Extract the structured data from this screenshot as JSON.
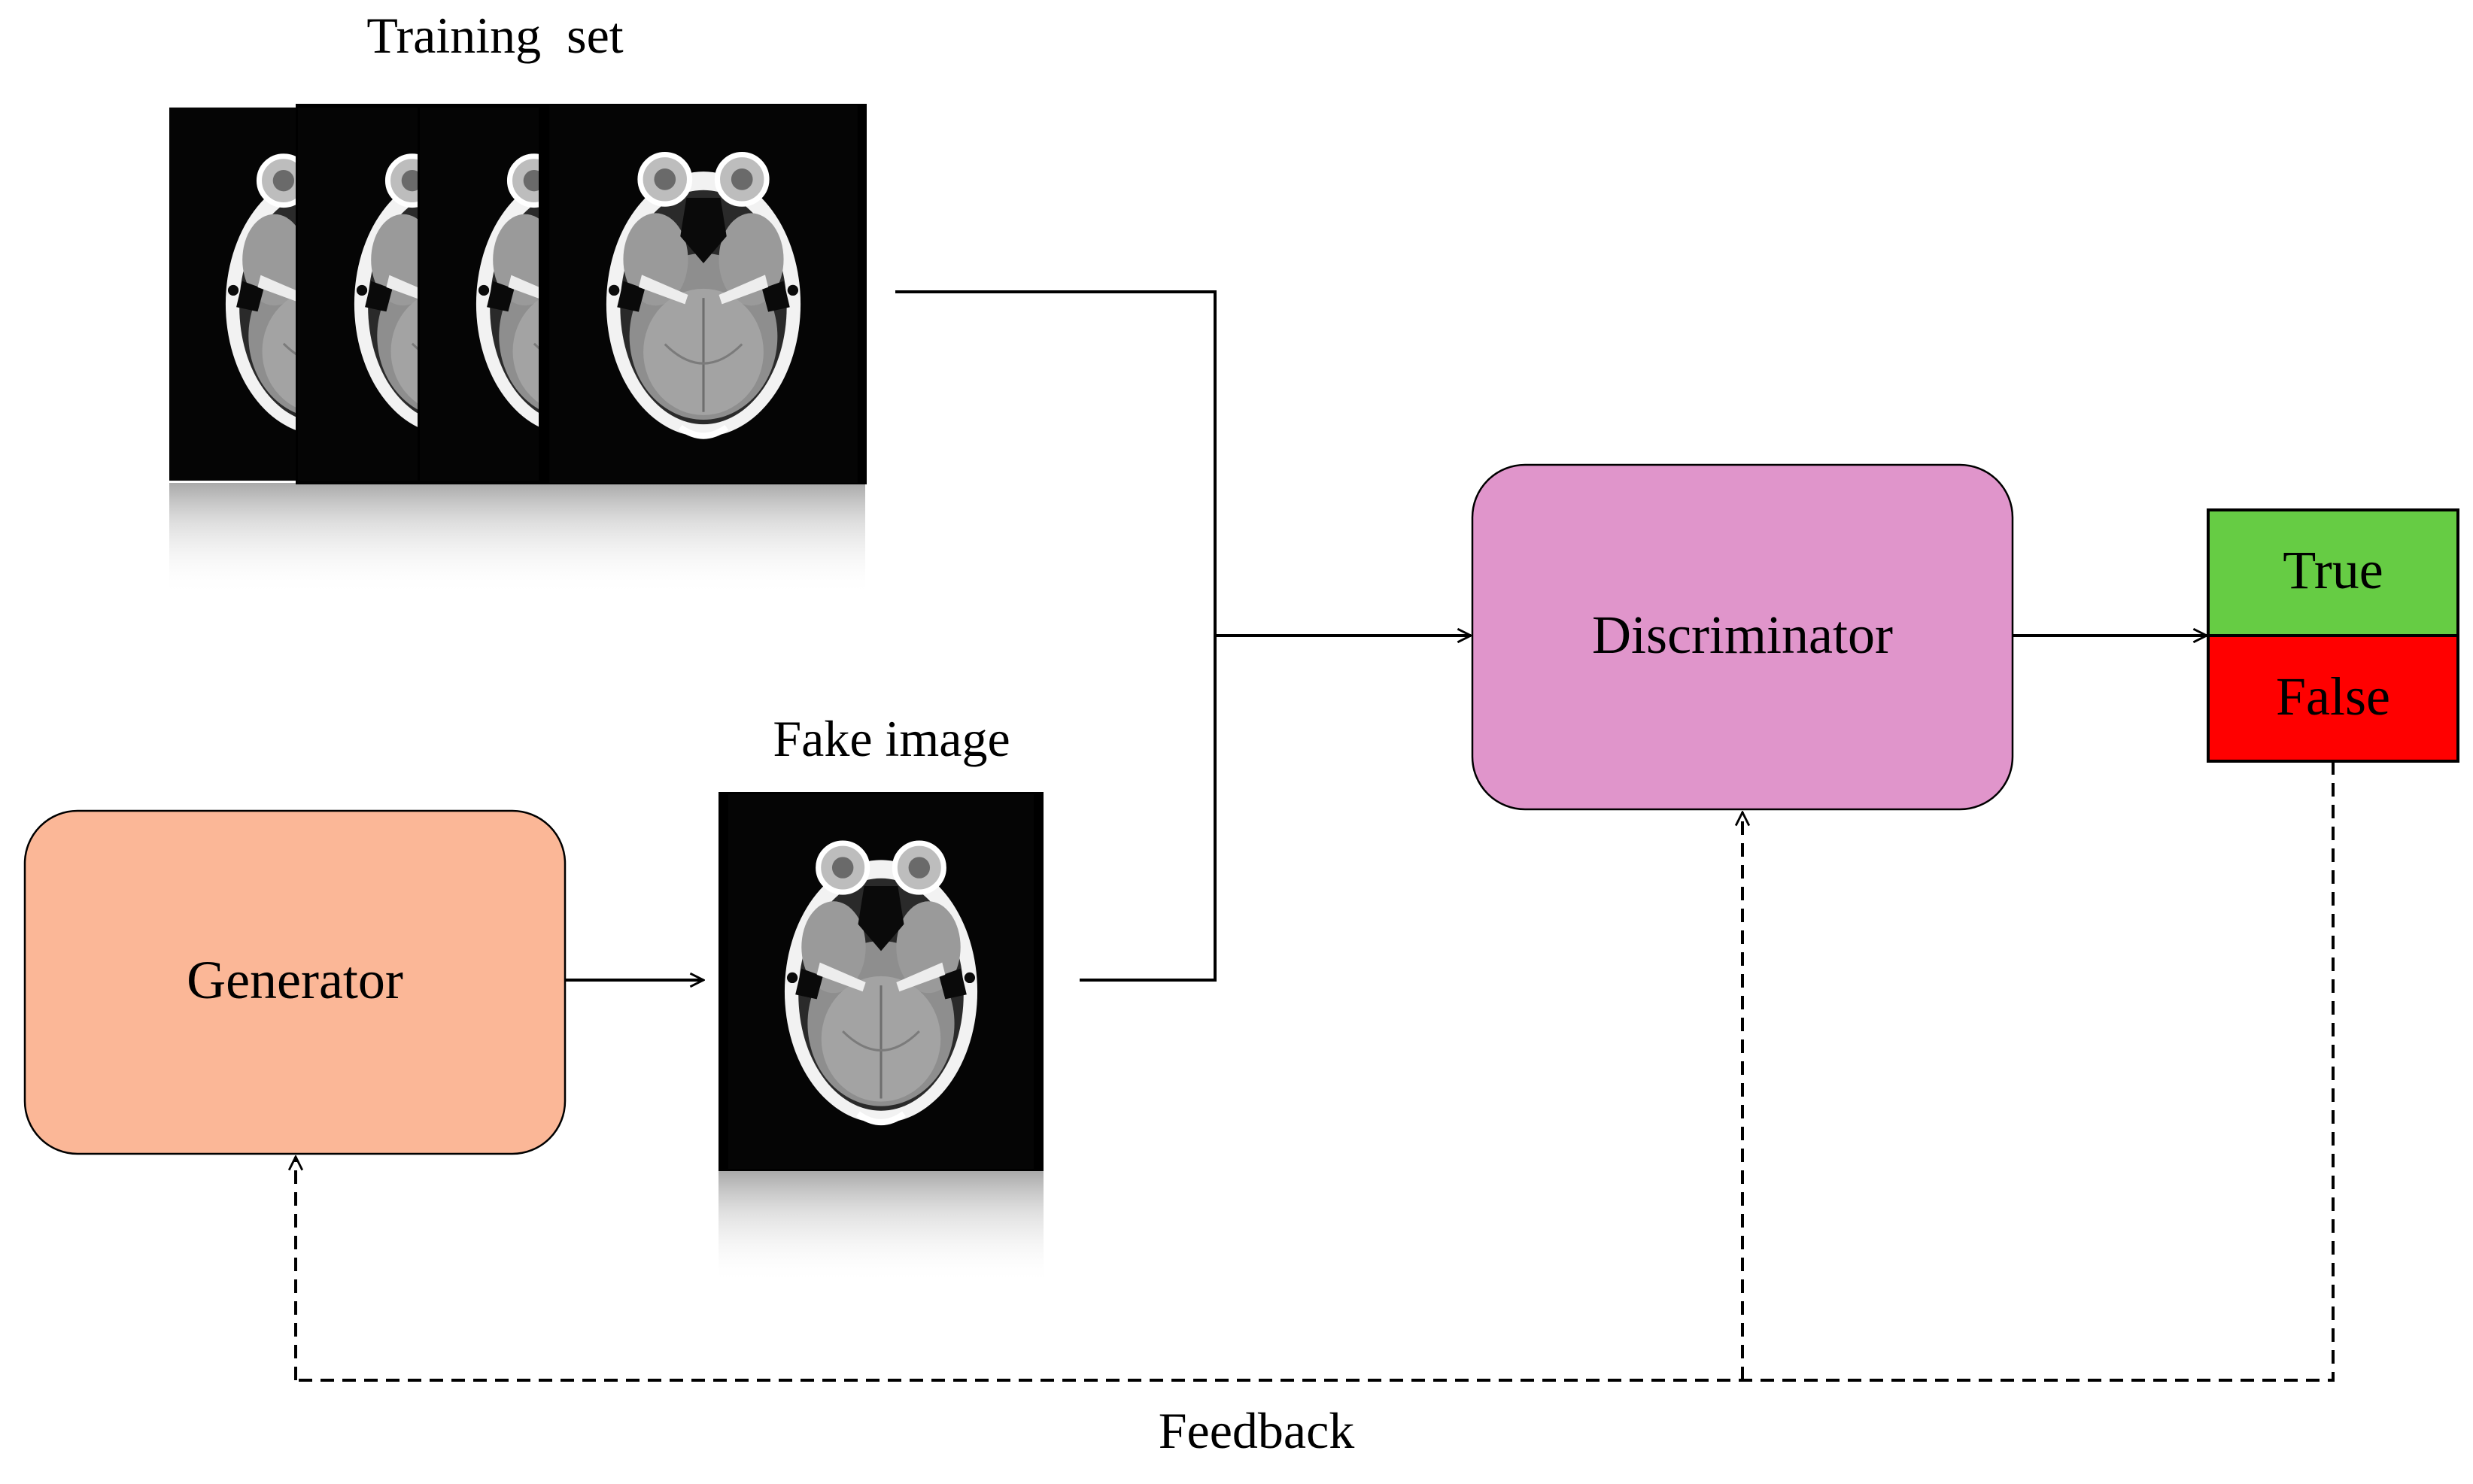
{
  "labels": {
    "training_set": "Training  set",
    "fake_image": "Fake image",
    "feedback": "Feedback"
  },
  "generator": {
    "label": "Generator",
    "color": "#fbb797"
  },
  "discriminator": {
    "label": "Discriminator",
    "color": "#e095cb"
  },
  "output": {
    "true_label": "True",
    "false_label": "False",
    "true_color": "#66cc44",
    "false_color": "#ff0000"
  },
  "images": {
    "training_set_count": 4,
    "fake_image_count": 1,
    "depicts": "axial-brain-ct-scan"
  }
}
